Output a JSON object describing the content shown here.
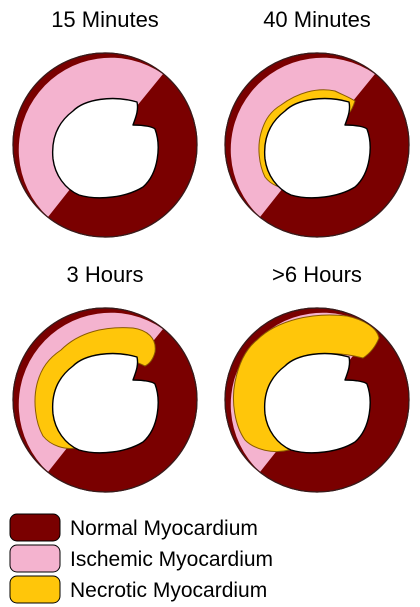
{
  "panels": [
    {
      "id": "p15m",
      "title": "15 Minutes"
    },
    {
      "id": "p40m",
      "title": "40 Minutes"
    },
    {
      "id": "p3h",
      "title": "3 Hours"
    },
    {
      "id": "p6h",
      "title": ">6 Hours"
    }
  ],
  "legend": [
    {
      "label": "Normal Myocardium",
      "color": "#7a0000"
    },
    {
      "label": "Ischemic Myocardium",
      "color": "#f4b3cf"
    },
    {
      "label": "Necrotic Myocardium",
      "color": "#ffc60a"
    }
  ]
}
